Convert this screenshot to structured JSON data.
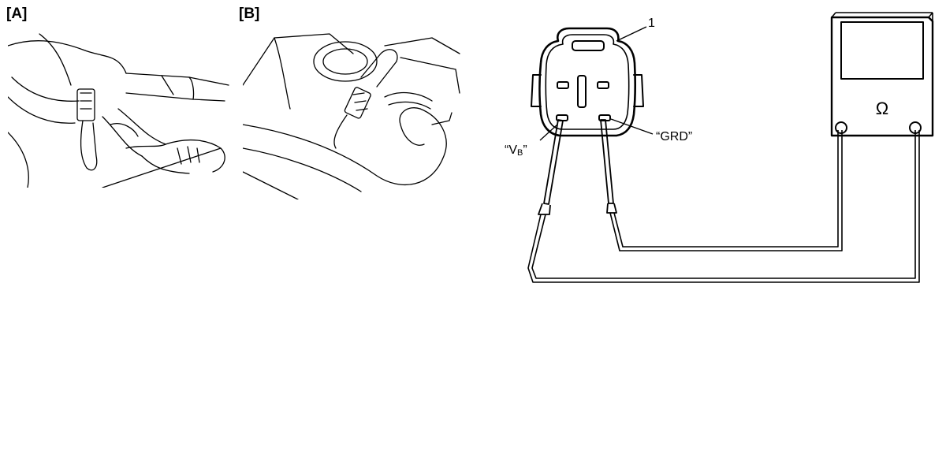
{
  "panels": {
    "a_label": "[A]",
    "b_label": "[B]"
  },
  "diagram": {
    "callout": "1",
    "vb_open": "“V",
    "vb_sub": "B",
    "vb_close": "”",
    "grd_label": "“GRD”",
    "meter_symbol": "Ω"
  }
}
